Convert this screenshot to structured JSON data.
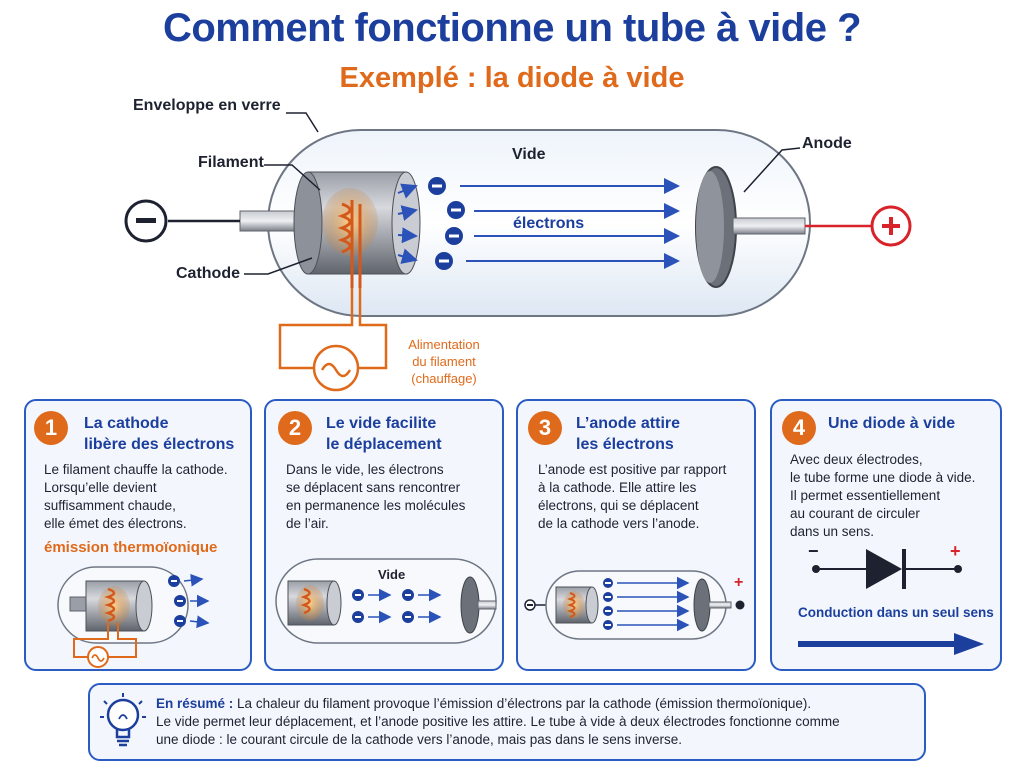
{
  "title": "Comment fonctionne un tube à vide ?",
  "subtitle": "Exemplé : la diode à vide",
  "diagram": {
    "labels": {
      "envelope": "Enveloppe en verre",
      "filament": "Filament",
      "cathode": "Cathode",
      "vide": "Vide",
      "electrons": "électrons",
      "anode": "Anode",
      "power_line1": "Alimentation",
      "power_line2": "du filament",
      "power_line3": "(chauffage)",
      "minus": "−",
      "plus": "+"
    }
  },
  "cards": [
    {
      "number": "1",
      "title_line1": "La cathode",
      "title_line2": "libère des électrons",
      "text": [
        "Le filament chauffe la cathode.",
        "Lorsqu’elle devient",
        "suffisamment chaude,",
        "elle émet des électrons."
      ],
      "highlight": "émission thermoïonique"
    },
    {
      "number": "2",
      "title_line1": "Le vide facilite",
      "title_line2": "le déplacement",
      "text": [
        "Dans le vide, les électrons",
        "se déplacent sans rencontrer",
        "en permanence les molécules",
        "de l’air."
      ],
      "mini_label": "Vide"
    },
    {
      "number": "3",
      "title_line1": "L’anode attire",
      "title_line2": "les électrons",
      "text": [
        "L’anode est positive par rapport",
        "à la cathode. Elle attire les",
        "électrons, qui se déplacent",
        "de la cathode vers l’anode."
      ]
    },
    {
      "number": "4",
      "title_line1": "Une diode à vide",
      "title_line2": "",
      "text": [
        "Avec deux électrodes,",
        "le tube forme une diode à vide.",
        "Il permet essentiellement",
        "au courant de circuler",
        "dans un sens."
      ],
      "conduction": "Conduction dans un seul sens",
      "minus": "−",
      "plus": "+"
    }
  ],
  "summary": {
    "lead": "En résumé :",
    "line1": "La chaleur du filament provoque l’émission d’électrons par la cathode (émission thermoïonique).",
    "line2": "Le vide permet leur déplacement, et l’anode positive les attire. Le tube à vide à deux électrodes fonctionne comme",
    "line3": "une diode : le courant circule de la cathode vers l’anode, mais pas dans le sens inverse."
  },
  "colors": {
    "blue": "#1c3f9e",
    "orange": "#e06a1b",
    "red": "#d8232a",
    "card_border": "#2a5cc4"
  },
  "icons": [
    "minus-terminal-icon",
    "plus-terminal-icon",
    "ac-source-icon",
    "electron-icon",
    "diode-symbol-icon",
    "lightbulb-icon"
  ]
}
